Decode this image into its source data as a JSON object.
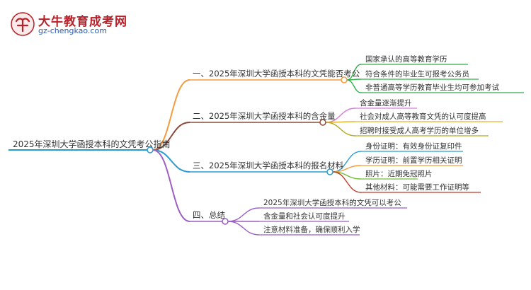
{
  "header": {
    "logo_title": "大牛教育成考网",
    "logo_url": "gz-chengkao.com"
  },
  "mindmap": {
    "root": "2025年深圳大学函授本科的文凭考公指南",
    "branches": [
      {
        "label": "一、2025年深圳大学函授本科的文凭能否考公",
        "color": "#f39c3c",
        "leaves": [
          "国家承认的高等教育学历",
          "符合条件的毕业生可报考公务员",
          "非普通高等学历教育毕业生均可参加考试"
        ],
        "leaf_colors": [
          "#2fae4a",
          "#2fae4a",
          "#2fae4a"
        ]
      },
      {
        "label": "二、2025年深圳大学函授本科的含金量",
        "color": "#8b4a3e",
        "leaves": [
          "含金量逐渐提升",
          "社会对成人高等教育文凭的认可度提高",
          "招聘时接受成人高考学历的单位增多"
        ],
        "leaf_colors": [
          "#d77be0",
          "#e7b531",
          "#b4a91e"
        ]
      },
      {
        "label": "三、2025年深圳大学函授本科的报名材料",
        "color": "#2a9bd0",
        "leaves": [
          "身份证明：有效身份证复印件",
          "学历证明：前置学历相关证明",
          "照片：近期免冠照片",
          "其他材料：可能需要工作证明等"
        ],
        "leaf_colors": [
          "#2a9bd0",
          "#f39c3c",
          "#6fbf3a",
          "#c0392b"
        ]
      },
      {
        "label": "四、总结",
        "color": "#9b5fc4",
        "leaves": [
          "2025年深圳大学函授本科的文凭可以考公",
          "含金量和社会认可度提升",
          "注意材料准备，确保顺利入学"
        ],
        "leaf_colors": [
          "#9b5fc4",
          "#9b5fc4",
          "#9b5fc4"
        ]
      }
    ]
  }
}
